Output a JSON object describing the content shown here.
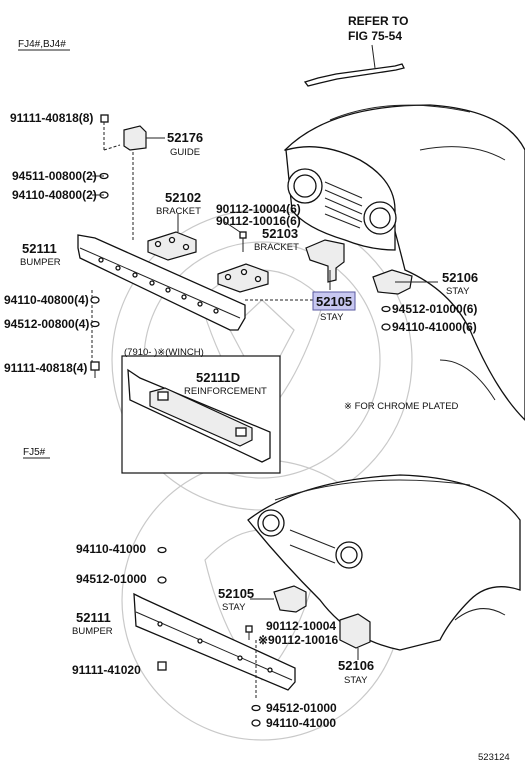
{
  "section_headers": {
    "top": "FJ4#,BJ4#",
    "bottom": "FJ5#"
  },
  "refer": {
    "line1": "REFER TO",
    "line2": "FIG 75-54"
  },
  "top_labels": {
    "p91111_40818_top": "91111-40818(8)",
    "p52176": "52176",
    "p52176_name": "GUIDE",
    "p94511_00800": "94511-00800(2)",
    "p94110_40800_top": "94110-40800(2)",
    "p52102": "52102",
    "p52102_name": "BRACKET",
    "p90112_10004": "90112-10004(6)",
    "p90112_10016": "90112-10016(6)",
    "p52103": "52103",
    "p52103_name": "BRACKET",
    "p52111": "52111",
    "p52111_name": "BUMPER",
    "p52106": "52106",
    "p52106_name": "STAY",
    "p52105": "52105",
    "p52105_name": "STAY",
    "p94512_01000": "94512-01000(6)",
    "p94110_41000": "94110-41000(6)",
    "p94110_40800_low": "94110-40800(4)",
    "p94512_00800": "94512-00800(4)",
    "p91111_40818_low": "91111-40818(4)"
  },
  "winch": {
    "header": "(7910-     )※(WINCH)",
    "part": "52111D",
    "part_name": "REINFORCEMENT"
  },
  "note": "※ FOR CHROME PLATED",
  "bottom_labels": {
    "p94110_41000": "94110-41000",
    "p94512_01000": "94512-01000",
    "p52111": "52111",
    "p52111_name": "BUMPER",
    "p91111_41020": "91111-41020",
    "p52105": "52105",
    "p52105_name": "STAY",
    "p90112_10004": "90112-10004",
    "p90112_10016": "※90112-10016",
    "p52106": "52106",
    "p52106_name": "STAY",
    "p94512_01000_b": "94512-01000",
    "p94110_41000_b": "94110-41000"
  },
  "figure_number": "523124",
  "colors": {
    "highlight": "#c8c8f0",
    "highlight_border": "#5a5aa0",
    "watermark": "#cfcfcf"
  }
}
